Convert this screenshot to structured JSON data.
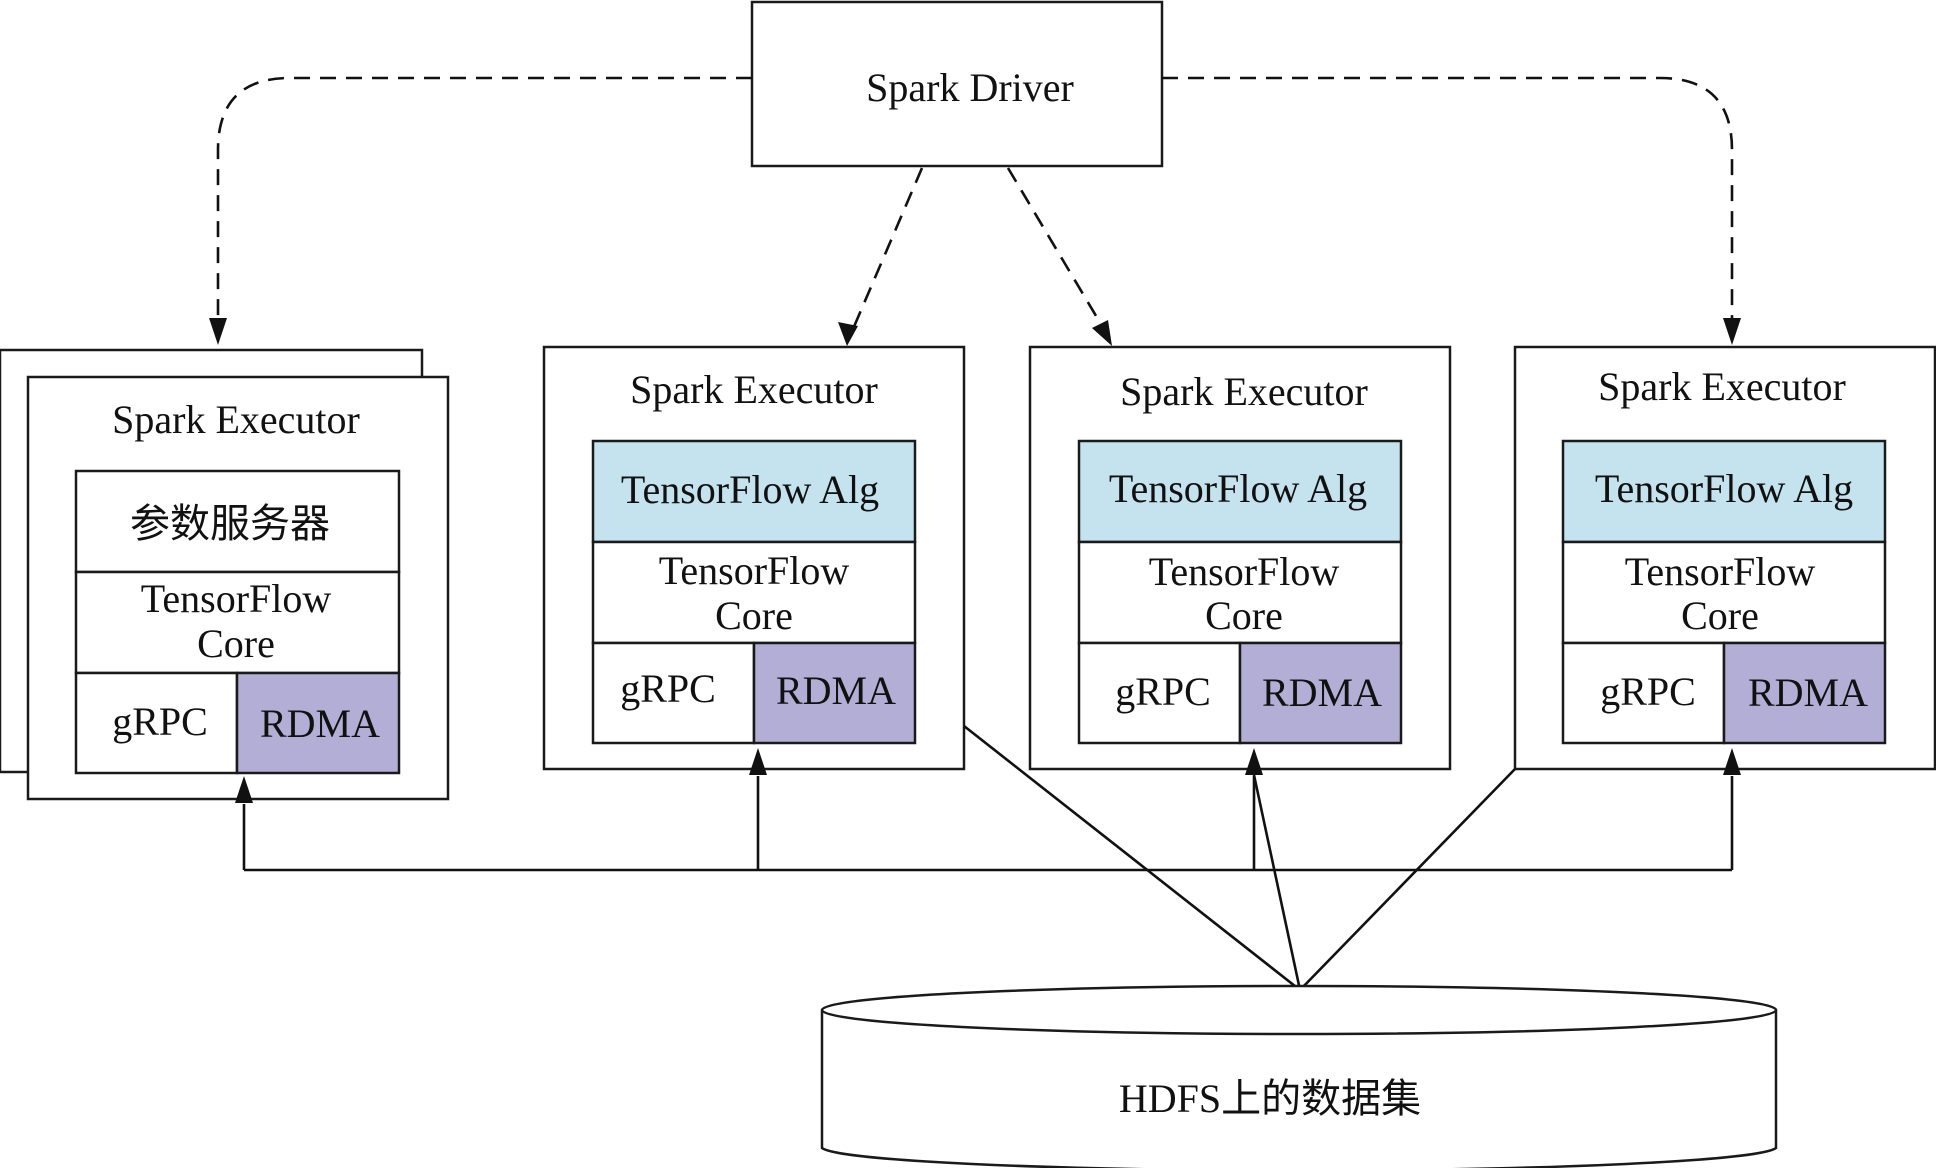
{
  "colors": {
    "tensorflow_alg_fill": "#c5e2ef",
    "rdma_fill": "#b3aed6",
    "line": "#111111"
  },
  "driver": {
    "label": "Spark Driver"
  },
  "executors": [
    {
      "title": "Spark Executor",
      "top_label": "参数服务器",
      "core_line1": "TensorFlow",
      "core_line2": "Core",
      "grpc": "gRPC",
      "rdma": "RDMA"
    },
    {
      "title": "Spark Executor",
      "top_label": "TensorFlow Alg",
      "core_line1": "TensorFlow",
      "core_line2": "Core",
      "grpc": "gRPC",
      "rdma": "RDMA"
    },
    {
      "title": "Spark Executor",
      "top_label": "TensorFlow Alg",
      "core_line1": "TensorFlow",
      "core_line2": "Core",
      "grpc": "gRPC",
      "rdma": "RDMA"
    },
    {
      "title": "Spark Executor",
      "top_label": "TensorFlow Alg",
      "core_line1": "TensorFlow",
      "core_line2": "Core",
      "grpc": "gRPC",
      "rdma": "RDMA"
    }
  ],
  "storage": {
    "label": "HDFS上的数据集"
  }
}
